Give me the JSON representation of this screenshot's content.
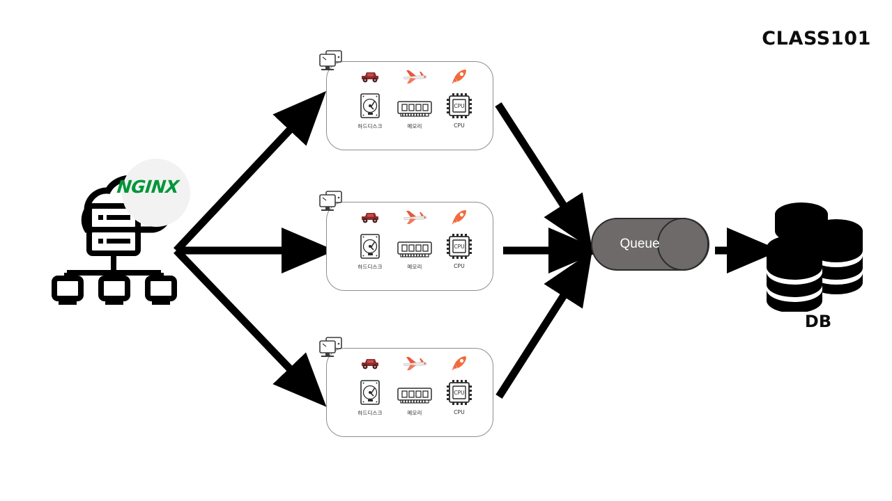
{
  "brand": {
    "name": "CLASS101"
  },
  "load_balancer": {
    "name": "NGINX",
    "icon": "cloud-server-icon",
    "clients_icon": "three-monitors-icon",
    "halo_color": "#f2f2f2",
    "brand_color": "#009639"
  },
  "servers": [
    {
      "id": "server-1",
      "badge_icon": "monitor-icon",
      "parts": [
        {
          "emoji": "car",
          "hardware_icon": "hard-disk-icon",
          "label": "하드디스크"
        },
        {
          "emoji": "airplane",
          "hardware_icon": "memory-ram-icon",
          "label": "메모리"
        },
        {
          "emoji": "rocket",
          "hardware_icon": "cpu-chip-icon",
          "label": "CPU"
        }
      ]
    },
    {
      "id": "server-2",
      "badge_icon": "monitor-icon",
      "parts": [
        {
          "emoji": "car",
          "hardware_icon": "hard-disk-icon",
          "label": "하드디스크"
        },
        {
          "emoji": "airplane",
          "hardware_icon": "memory-ram-icon",
          "label": "메모리"
        },
        {
          "emoji": "rocket",
          "hardware_icon": "cpu-chip-icon",
          "label": "CPU"
        }
      ]
    },
    {
      "id": "server-3",
      "badge_icon": "monitor-icon",
      "parts": [
        {
          "emoji": "car",
          "hardware_icon": "hard-disk-icon",
          "label": "하드디스크"
        },
        {
          "emoji": "airplane",
          "hardware_icon": "memory-ram-icon",
          "label": "메모리"
        },
        {
          "emoji": "rocket",
          "hardware_icon": "cpu-chip-icon",
          "label": "CPU"
        }
      ]
    }
  ],
  "queue": {
    "label": "Queue",
    "fill_color": "#6e6a6a",
    "stroke_color": "#2b2b2b",
    "text_color": "#ffffff"
  },
  "database": {
    "label": "DB",
    "icon": "database-stack-icon",
    "color": "#000000"
  },
  "arrows": {
    "color": "#000000",
    "flows": [
      {
        "from": "load-balancer",
        "to": "server-1"
      },
      {
        "from": "load-balancer",
        "to": "server-2"
      },
      {
        "from": "load-balancer",
        "to": "server-3"
      },
      {
        "from": "server-1",
        "to": "queue"
      },
      {
        "from": "server-2",
        "to": "queue"
      },
      {
        "from": "server-3",
        "to": "queue"
      },
      {
        "from": "queue",
        "to": "database"
      }
    ]
  }
}
